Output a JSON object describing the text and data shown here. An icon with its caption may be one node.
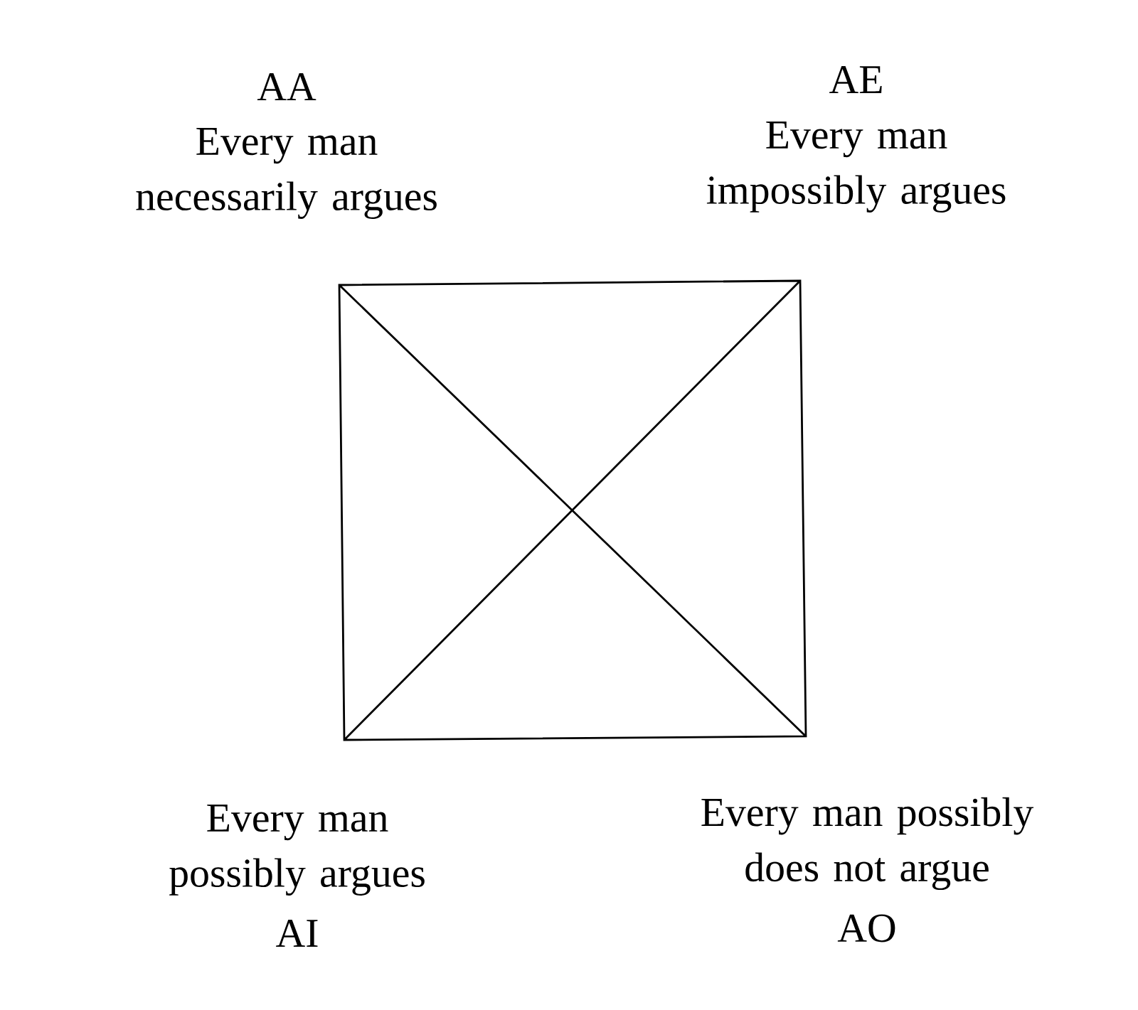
{
  "diagram": {
    "labels": [
      "AA",
      "Every man necessarily argues",
      "AE",
      "Every man impossibly argues",
      "Every man possibly argues",
      "AI",
      "Every man possibly does not argue",
      "AO"
    ]
  }
}
